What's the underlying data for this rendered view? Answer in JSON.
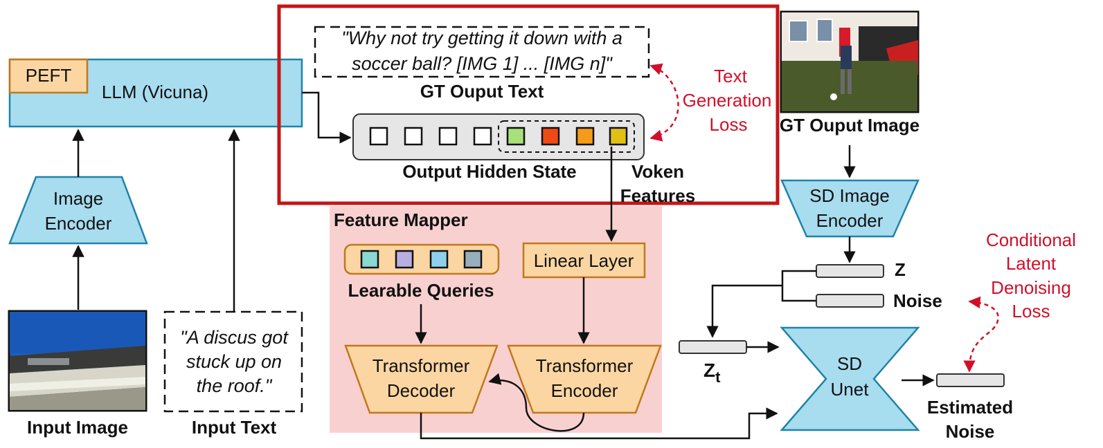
{
  "llm": {
    "peft_label": "PEFT",
    "label": "LLM (Vicuna)"
  },
  "image_encoder": {
    "line1": "Image",
    "line2": "Encoder"
  },
  "input_image": {
    "caption": "Input Image"
  },
  "input_text": {
    "lines": [
      "\"A discus got",
      "stuck up on",
      "the roof.\""
    ],
    "caption": "Input Text"
  },
  "gt_text": {
    "lines": [
      "\"Why not try getting it down with a",
      "soccer ball? [IMG 1] ... [IMG n]\""
    ],
    "caption": "GT Ouput Text"
  },
  "hidden_state": {
    "caption": "Output Hidden State"
  },
  "voken": {
    "line1": "Voken",
    "line2": "Features"
  },
  "text_loss": {
    "lines": [
      "Text",
      "Generation",
      "Loss"
    ]
  },
  "gt_image": {
    "caption": "GT Ouput Image"
  },
  "feature_mapper": {
    "title": "Feature Mapper",
    "queries_caption": "Learable Queries",
    "linear_layer": "Linear Layer",
    "decoder": [
      "Transformer",
      "Decoder"
    ],
    "encoder": [
      "Transformer",
      "Encoder"
    ]
  },
  "sd_image_encoder": {
    "line1": "SD Image",
    "line2": "Encoder"
  },
  "latents": {
    "z_label": "Z",
    "noise_label": "Noise",
    "zt_main": "Z",
    "zt_sub": "t"
  },
  "sd_unet": {
    "line1": "SD",
    "line2": "Unet"
  },
  "estimated_noise": {
    "line1": "Estimated",
    "line2": "Noise"
  },
  "cond_loss": {
    "lines": [
      "Conditional",
      "Latent",
      "Denoising",
      "Loss"
    ]
  },
  "colors": {
    "blue_fill": "#a8dcef",
    "blue_stroke": "#1f83a8",
    "orange_fill": "#fbd6a2",
    "orange_stroke": "#c0781c",
    "pink_bg": "#f9d0d0",
    "red_frame": "#c41616",
    "loss_red": "#d0102a",
    "voken_green": "#a8e07a",
    "voken_red": "#ef4a16",
    "voken_orange": "#f59b1a",
    "voken_yellow": "#e2c013",
    "query_teal": "#88d8d4",
    "query_purple": "#b8aee0",
    "query_blue": "#8ed0ec",
    "query_slate": "#97aebd"
  }
}
